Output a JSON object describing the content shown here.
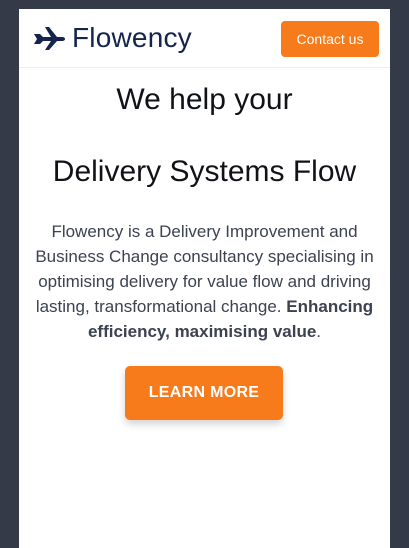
{
  "header": {
    "logo_text": "Flowency",
    "contact_label": "Contact us"
  },
  "hero": {
    "heading_line1": "We help your",
    "heading_line2": "Delivery Systems Flow",
    "description": "Flowency is a Delivery Improvement and Business Change consultancy specialising in optimising delivery for value flow and driving lasting, transformational change.",
    "tagline": "Enhancing efficiency, maximising value",
    "tagline_suffix": ".",
    "cta_label": "LEARN MORE"
  },
  "colors": {
    "accent": "#f77a1b",
    "brand_navy": "#15244a",
    "background": "#343a48"
  },
  "icons": {
    "logo": "plane-icon"
  }
}
